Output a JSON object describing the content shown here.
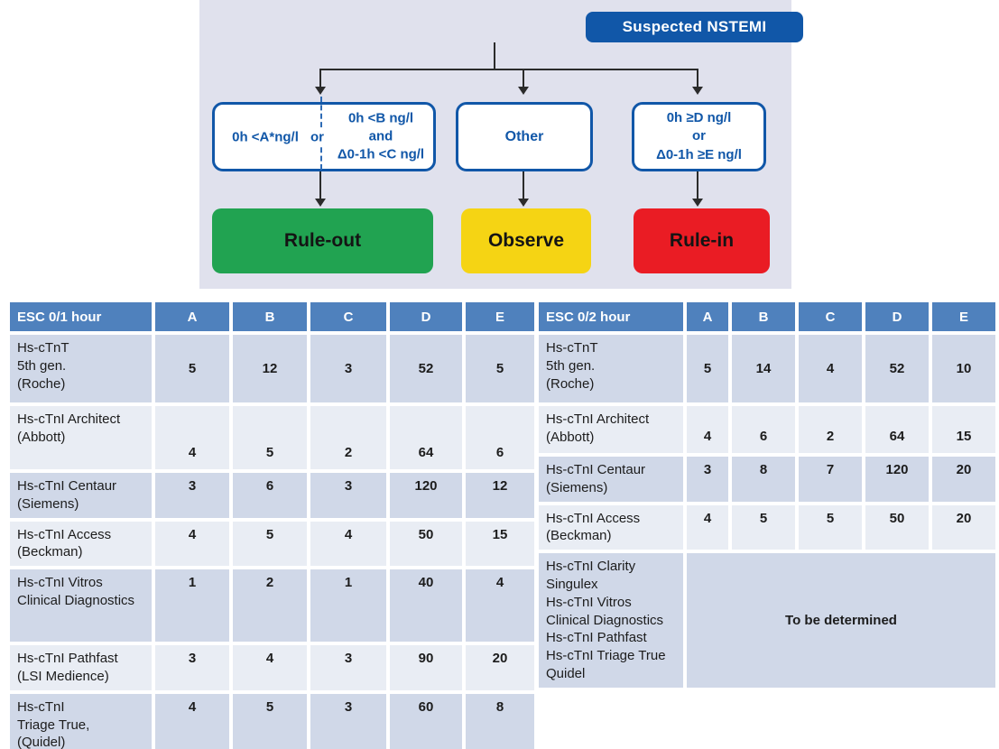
{
  "flowchart": {
    "title": "Suspected NSTEMI",
    "branch_left": {
      "condition_a": "0h <A*ng/l",
      "connector": "or",
      "condition_b_lines": [
        "0h <B ng/l",
        "and",
        "Δ0-1h <C ng/l"
      ]
    },
    "branch_middle": {
      "label": "Other"
    },
    "branch_right": {
      "lines": [
        "0h ≥D ng/l",
        "or",
        "Δ0-1h ≥E ng/l"
      ]
    },
    "outcomes": [
      {
        "label": "Rule-out",
        "color": "#21a351"
      },
      {
        "label": "Observe",
        "color": "#f5d414"
      },
      {
        "label": "Rule-in",
        "color": "#ea1c24"
      }
    ],
    "colors": {
      "panel_background": "#e0e1ed",
      "primary_blue": "#1157a8"
    }
  },
  "tables": [
    {
      "header": [
        "ESC 0/1 hour",
        "A",
        "B",
        "C",
        "D",
        "E"
      ],
      "rows": [
        {
          "label": "Hs-cTnT\n5th gen.\n(Roche)",
          "values": [
            "5",
            "12",
            "3",
            "52",
            "5"
          ]
        },
        {
          "label": "Hs-cTnI Architect\n(Abbott)",
          "values": [
            "4",
            "5",
            "2",
            "64",
            "6"
          ]
        },
        {
          "label": "Hs-cTnI Centaur\n(Siemens)",
          "values": [
            "3",
            "6",
            "3",
            "120",
            "12"
          ]
        },
        {
          "label": "Hs-cTnI  Access\n(Beckman)",
          "values": [
            "4",
            "5",
            "4",
            "50",
            "15"
          ]
        },
        {
          "label": "Hs-cTnI  Vitros\nClinical Diagnostics",
          "values": [
            "1",
            "2",
            "1",
            "40",
            "4"
          ]
        },
        {
          "label": "Hs-cTnI Pathfast\n(LSI Medience)",
          "values": [
            "3",
            "4",
            "3",
            "90",
            "20"
          ]
        },
        {
          "label": "Hs-cTnI\nTriage True,\n(Quidel)",
          "values": [
            "4",
            "5",
            "3",
            "60",
            "8"
          ]
        }
      ],
      "colors": {
        "header": "#4f81bd",
        "band_dark": "#d0d8e8",
        "band_light": "#e9edf4"
      }
    },
    {
      "header": [
        "ESC 0/2 hour",
        "A",
        "B",
        "C",
        "D",
        "E"
      ],
      "rows": [
        {
          "label": "Hs-cTnT\n5th gen.\n(Roche)",
          "values": [
            "5",
            "14",
            "4",
            "52",
            "10"
          ]
        },
        {
          "label": "Hs-cTnI Architect\n(Abbott)",
          "values": [
            "4",
            "6",
            "2",
            "64",
            "15"
          ]
        },
        {
          "label": "Hs-cTnI Centaur\n(Siemens)",
          "values": [
            "3",
            "8",
            "7",
            "120",
            "20"
          ]
        },
        {
          "label": "Hs-cTnI  Access\n(Beckman)",
          "values": [
            "4",
            "5",
            "5",
            "50",
            "20"
          ]
        },
        {
          "label": "Hs-cTnI Clarity\nSingulex\nHs-cTnI Vitros\nClinical Diagnostics\nHs-cTnI Pathfast\nHs-cTnI Triage True\nQuidel",
          "merged": "To be determined"
        }
      ],
      "colors": {
        "header": "#4f81bd",
        "band_dark": "#d0d8e8",
        "band_light": "#e9edf4"
      }
    }
  ]
}
